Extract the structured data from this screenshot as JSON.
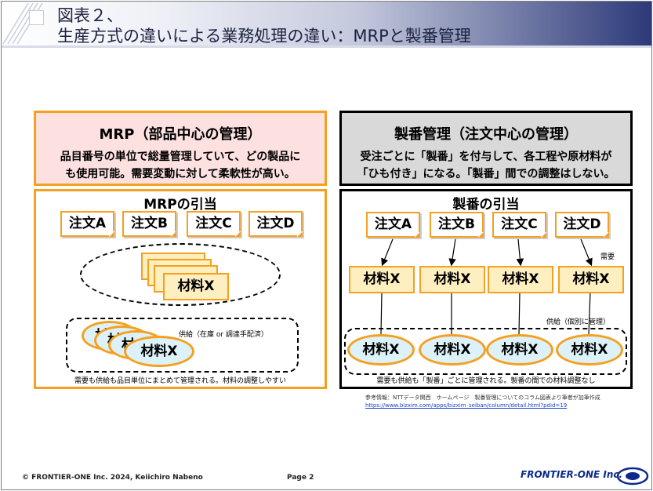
{
  "header": {
    "title_line1": "図表２、",
    "title_line2": "生産方式の違いによる業務処理の違い：MRPと製番管理"
  },
  "mrp": {
    "title": "MRP（部品中心の管理）",
    "desc_line1": "品目番号の単位で総量管理していて、どの製品に",
    "desc_line2": "も使用可能。需要変動に対して柔軟性が高い。",
    "section_title": "MRPの引当",
    "orders": [
      "注文A",
      "注文B",
      "注文C",
      "注文D"
    ],
    "material": "材料X",
    "inventory_partial": [
      "材",
      "材",
      "材"
    ],
    "supply_label": "供給（在庫 or 調達手配済）",
    "footer_note": "需要も供給も品目単位にまとめて管理される。材料の調整しやすい"
  },
  "seiban": {
    "title": "製番管理（注文中心の管理）",
    "desc_line1": "受注ごとに「製番」を付与して、各工程や原材料が",
    "desc_line2": "「ひも付き」になる。「製番」間での調整はしない。",
    "section_title": "製番の引当",
    "orders": [
      "注文A",
      "注文B",
      "注文C",
      "注文D"
    ],
    "demand_materials": [
      "材料X",
      "材料X",
      "材料X",
      "材料X"
    ],
    "supply_materials": [
      "材料X",
      "材料X",
      "材料X",
      "材料X"
    ],
    "demand_label": "需要",
    "supply_label": "供給（個別に管理）",
    "footer_note": "需要も供給も「製番」ごとに管理される。製番の間での材料調整なし"
  },
  "reference": {
    "text": "参考情報：NTTデータ関西　ホームページ　製番管理についてのコラム図表より筆者が加筆作成",
    "url": "https://www.bizxim.com/apps/bizxim_seiban/column/detail.html?pdid=19"
  },
  "footer": {
    "copyright": "© FRONTIER-ONE Inc. 2024,  Keiichiro  Nabeno",
    "page": "Page 2",
    "logo": "FRONTIER-ONE Inc."
  },
  "colors": {
    "accent_orange": "#f5a020",
    "mrp_fill": "#fde1e1",
    "seiban_fill": "#d9d9d9",
    "material_fill": "#fdefc0",
    "supply_fill": "#dcf2f8",
    "header_navy": "#2d3a78"
  }
}
